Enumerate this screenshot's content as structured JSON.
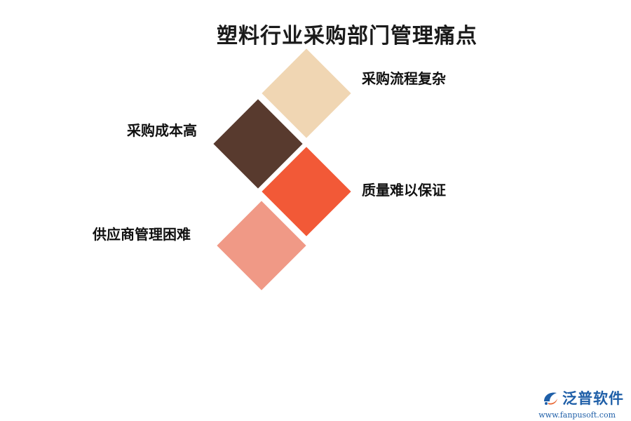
{
  "title": "塑料行业采购部门管理痛点",
  "items": [
    {
      "label": "采购流程复杂",
      "color": "#F0D6B3"
    },
    {
      "label": "采购成本高",
      "color": "#583A2E"
    },
    {
      "label": "质量难以保证",
      "color": "#F25937"
    },
    {
      "label": "供应商管理困难",
      "color": "#F09986"
    }
  ],
  "watermark": {
    "name": "泛普软件",
    "url": "www.fanpusoft.com"
  }
}
